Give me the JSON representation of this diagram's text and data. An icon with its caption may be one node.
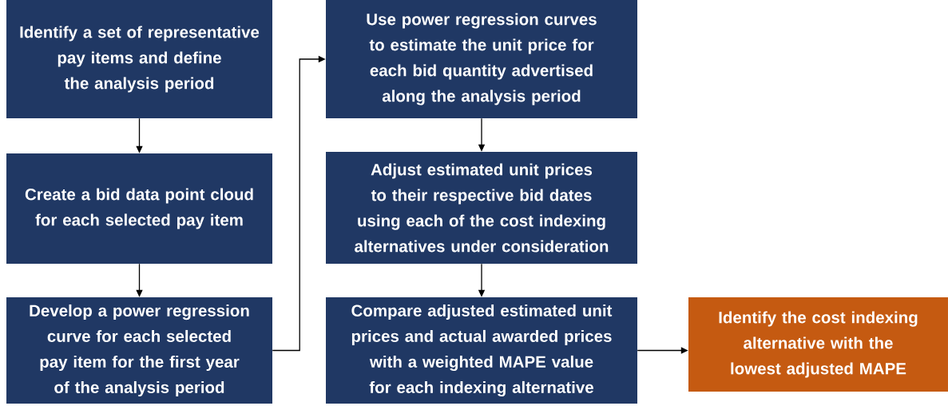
{
  "diagram": {
    "nodes": [
      {
        "text": [
          "Identify a set of representative pay items and define the analysis period"
        ]
      },
      {
        "text": [
          "Create a bid data point cloud for each selected pay item"
        ]
      },
      {
        "text": [
          "Develop a power regression curve for each selected pay item for the first year of the analysis period"
        ]
      },
      {
        "text": [
          "Use power regression curves to estimate the unit price for each bid quantity advertised along the analysis period"
        ]
      },
      {
        "text": [
          "Adjust estimated unit prices to their respective bid dates using each of the cost indexing alternatives under consideration"
        ]
      },
      {
        "text": [
          "Compare adjusted estimated unit prices and actual awarded prices with a weighted MAPE value for each indexing alternative"
        ]
      },
      {
        "text": [
          "Identify the cost indexing alternative with the lowest adjusted MAPE"
        ]
      }
    ],
    "edges": [
      {
        "from": 0,
        "to": 1,
        "arrow": "to"
      },
      {
        "from": 1,
        "to": 2,
        "arrow": "to"
      },
      {
        "from": 2,
        "to": 3,
        "arrow": "to"
      },
      {
        "from": 3,
        "to": 4,
        "arrow": "to"
      },
      {
        "from": 4,
        "to": 5,
        "arrow": "to"
      },
      {
        "from": 5,
        "to": 6,
        "arrow": "to"
      }
    ]
  }
}
